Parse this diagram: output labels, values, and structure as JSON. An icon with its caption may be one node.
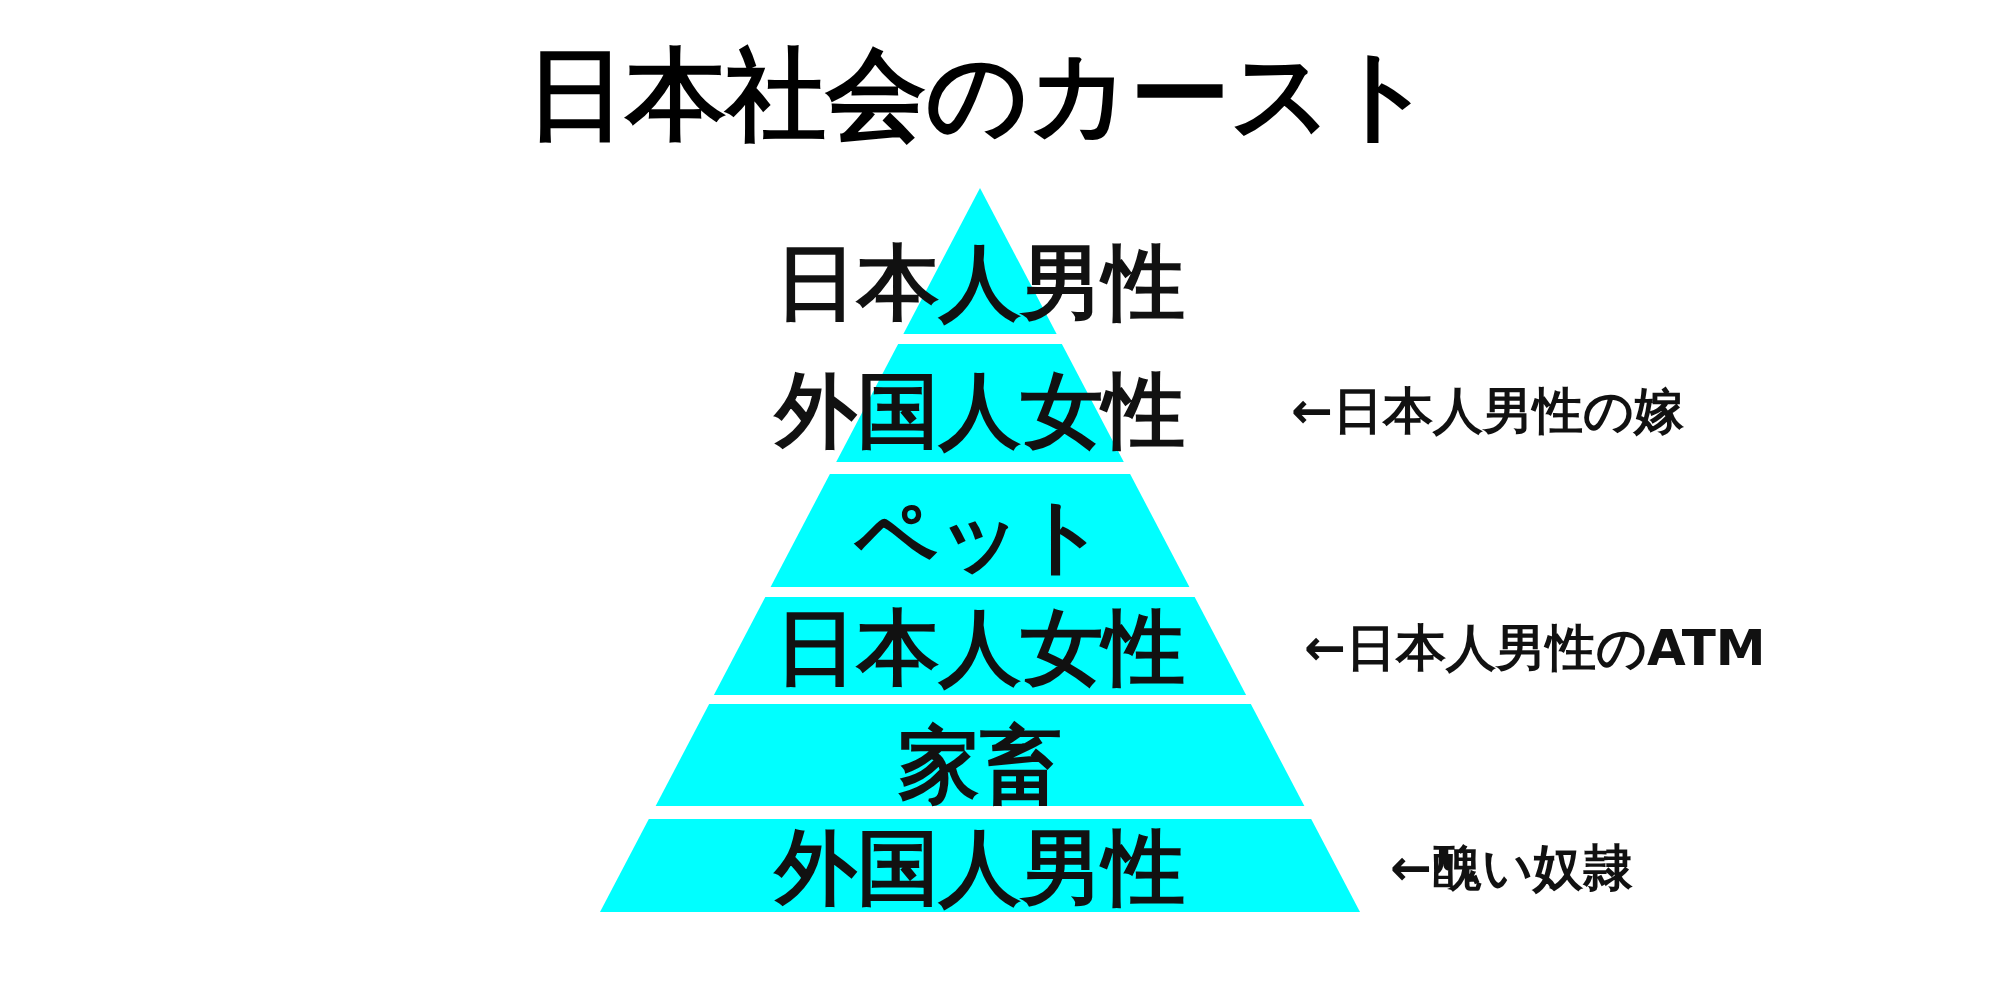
{
  "diagram": {
    "title": "日本社会のカースト",
    "nodes": [
      {
        "text": [
          "日本人男性"
        ]
      },
      {
        "text": [
          "外国人女性"
        ],
        "beside": [
          "←日本人男性の嫁"
        ]
      },
      {
        "text": [
          "ペット"
        ]
      },
      {
        "text": [
          "日本人女性"
        ],
        "beside": [
          "←日本人男性のATM"
        ]
      },
      {
        "text": [
          "家畜"
        ]
      },
      {
        "text": [
          "外国人男性"
        ],
        "beside": [
          "←醜い奴隷"
        ]
      }
    ]
  }
}
